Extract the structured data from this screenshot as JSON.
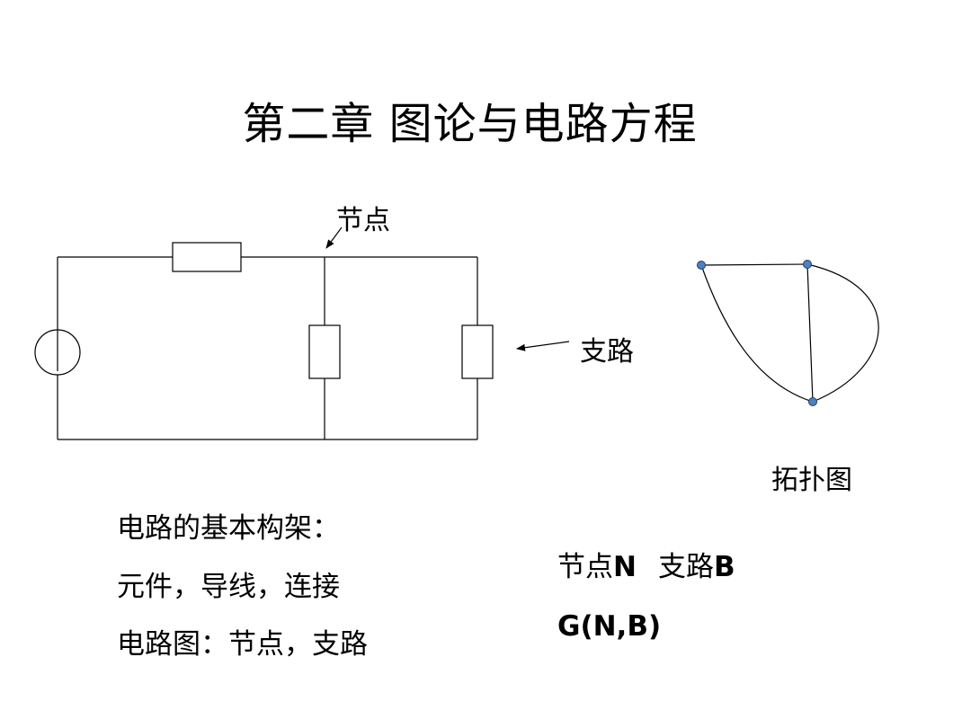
{
  "slide": {
    "title": "第二章  图论与电路方程",
    "circuit": {
      "node_label": "节点",
      "branch_label": "支路"
    },
    "topology": {
      "label": "拓扑图"
    },
    "left_text": [
      "电路的基本构架：",
      "元件，导线，连接",
      "电路图：节点，支路"
    ],
    "right_text": {
      "line1_a": "节点",
      "line1_b": "N",
      "line1_c": "支路",
      "line1_d": "B",
      "line2": "G(N,B)"
    },
    "colors": {
      "background": "#ffffff",
      "line": "#000000",
      "node_fill": "#4f81bd",
      "node_stroke": "#1f3f6e"
    }
  }
}
